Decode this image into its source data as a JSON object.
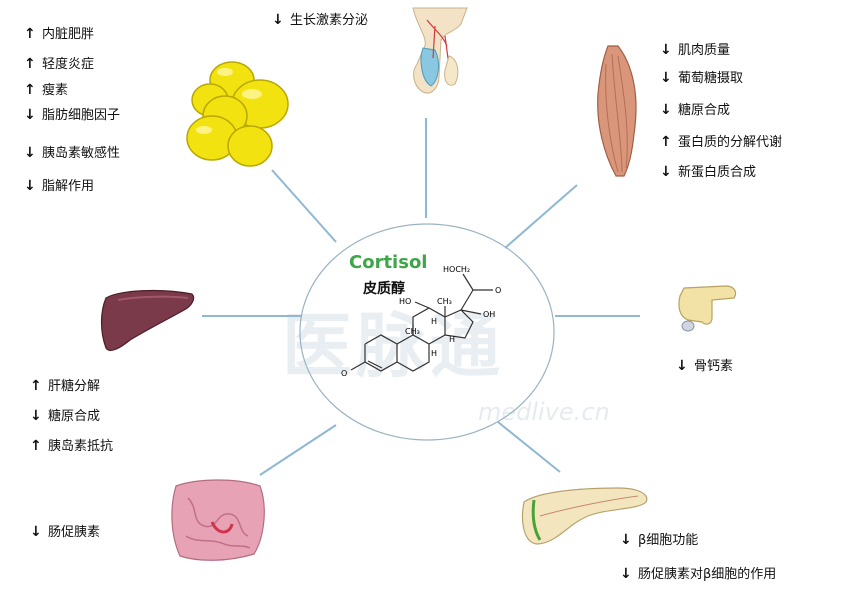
{
  "center": {
    "title": "Cortisol",
    "subtitle": "皮质醇",
    "molecule_labels": {
      "hoch2": "HOCH₂",
      "oh_top": "OH",
      "oh_side": "HO",
      "o_ketone": "O",
      "o_bottom": "O",
      "ch3_a": "CH₃",
      "ch3_b": "CH₃",
      "h1": "H",
      "h2": "H",
      "h3": "H"
    }
  },
  "watermark": {
    "text": "医脉通",
    "sub": "medlive.cn"
  },
  "groups": {
    "adipose": [
      {
        "dir": "up",
        "text": "内脏肥胖"
      },
      {
        "dir": "up",
        "text": "轻度炎症"
      },
      {
        "dir": "up",
        "text": "瘦素"
      },
      {
        "dir": "down",
        "text": "脂肪细胞因子"
      },
      {
        "dir": "down",
        "text": "胰岛素敏感性"
      },
      {
        "dir": "down",
        "text": "脂解作用"
      }
    ],
    "pituitary": [
      {
        "dir": "down",
        "text": "生长激素分泌"
      }
    ],
    "muscle": [
      {
        "dir": "down",
        "text": "肌肉质量"
      },
      {
        "dir": "down",
        "text": "葡萄糖摄取"
      },
      {
        "dir": "down",
        "text": "糖原合成"
      },
      {
        "dir": "up",
        "text": "蛋白质的分解代谢"
      },
      {
        "dir": "down",
        "text": "新蛋白质合成"
      }
    ],
    "liver": [
      {
        "dir": "up",
        "text": "肝糖分解"
      },
      {
        "dir": "down",
        "text": "糖原合成"
      },
      {
        "dir": "up",
        "text": "胰岛素抵抗"
      }
    ],
    "bone": [
      {
        "dir": "down",
        "text": "骨钙素"
      }
    ],
    "intestine": [
      {
        "dir": "down",
        "text": "肠促胰素"
      }
    ],
    "pancreas": [
      {
        "dir": "down",
        "text": "β细胞功能"
      },
      {
        "dir": "down",
        "text": "肠促胰素对β细胞的作用"
      }
    ]
  },
  "colors": {
    "connector": "#8fb8d4",
    "title": "#3fa648",
    "fat": "#f2e20f",
    "muscle": "#d9967a",
    "liver": "#7b3a4a",
    "intestine": "#e7a3b5",
    "pancreas": "#f3e6bf",
    "bone": "#f3e2a6"
  }
}
